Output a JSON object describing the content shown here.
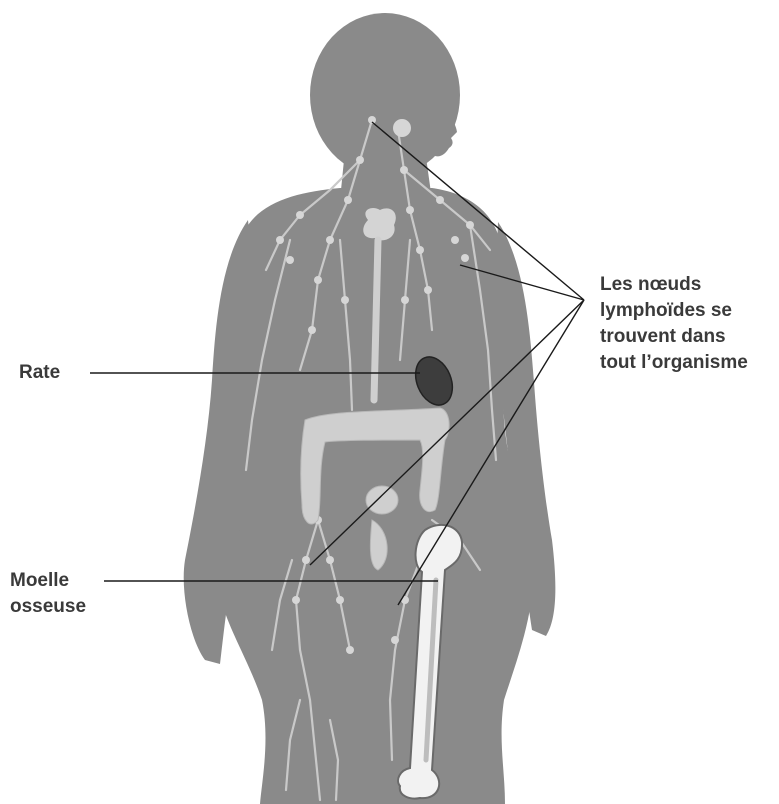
{
  "labels": {
    "rate": "Rate",
    "moelle_line1": "Moelle",
    "moelle_line2": "osseuse",
    "noeuds_line1": "Les nœuds",
    "noeuds_line2": "lymphoïdes se",
    "noeuds_line3": "trouvent dans",
    "noeuds_line4": "tout l’organisme"
  },
  "colors": {
    "silhouette": "#8a8a8a",
    "vessels": "#c9c9c9",
    "organs": "#d4d4d4",
    "spleen": "#3d3d3d",
    "bone": "#f2f2f2",
    "label_text": "#3a3a3a",
    "leader_lines": "#1a1a1a"
  }
}
